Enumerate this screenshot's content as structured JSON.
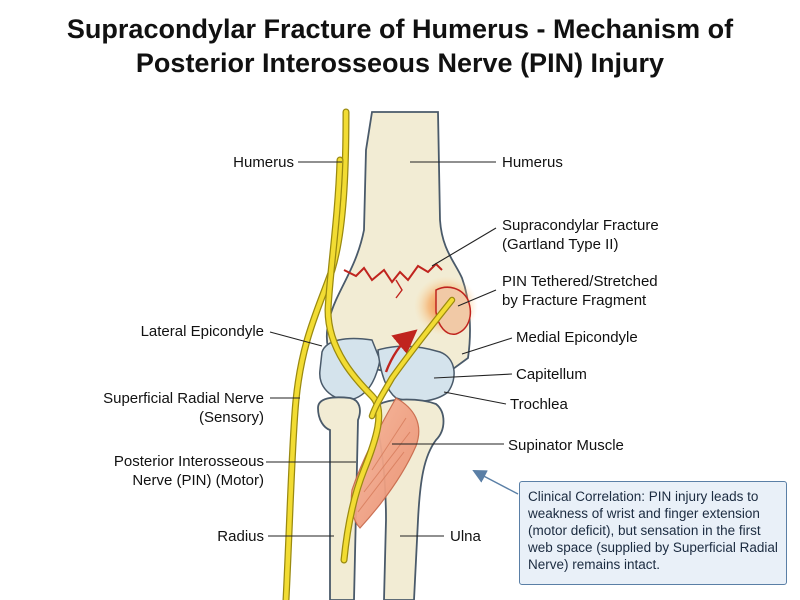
{
  "title": {
    "line1": "Supracondylar Fracture of Humerus - Mechanism of",
    "line2": "Posterior Interosseous Nerve (PIN) Injury"
  },
  "labels": {
    "humerus_left": "Humerus",
    "humerus_right": "Humerus",
    "supracondylar_1": "Supracondylar Fracture",
    "supracondylar_2": "(Gartland Type II)",
    "pin_tethered_1": "PIN Tethered/Stretched",
    "pin_tethered_2": "by Fracture Fragment",
    "lateral_epicondyle": "Lateral Epicondyle",
    "medial_epicondyle": "Medial Epicondyle",
    "capitellum": "Capitellum",
    "trochlea": "Trochlea",
    "superficial_radial_1": "Superficial Radial Nerve",
    "superficial_radial_2": "(Sensory)",
    "supinator": "Supinator Muscle",
    "pin_1": "Posterior Interosseous",
    "pin_2": "Nerve (PIN) (Motor)",
    "radius": "Radius",
    "ulna": "Ulna"
  },
  "clinical_note": "Clinical Correlation: PIN injury leads to weakness of wrist and finger extension (motor deficit), but sensation in the first web space (supplied by Superficial Radial Nerve) remains intact.",
  "colors": {
    "bone": "#f2ecd4",
    "bone_outline": "#4a5a6a",
    "cartilage": "#d4e3ec",
    "nerve": "#f2dc33",
    "nerve_outline": "#9a8a10",
    "fracture": "#c0241e",
    "muscle": "#f0a285",
    "injury_glow": "#f58a3a",
    "note_bg": "#e9f0f8",
    "note_border": "#5a7fa6"
  }
}
